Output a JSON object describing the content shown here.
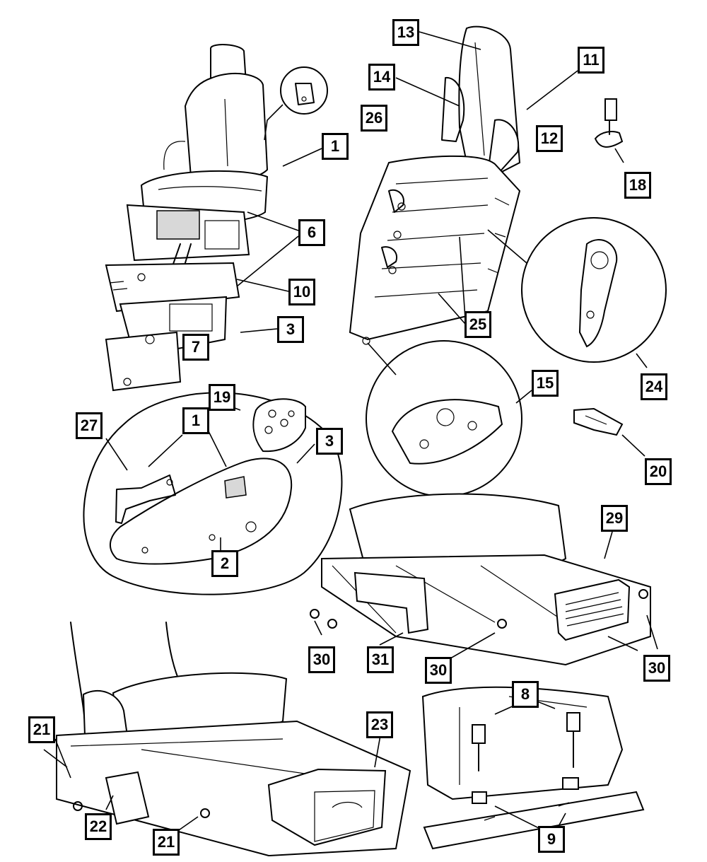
{
  "diagram": {
    "callouts": [
      "1",
      "6",
      "10",
      "3",
      "7",
      "26",
      "19",
      "1",
      "3",
      "27",
      "2",
      "13",
      "14",
      "11",
      "12",
      "18",
      "25",
      "24",
      "15",
      "20",
      "29",
      "30",
      "31",
      "30",
      "30",
      "8",
      "23",
      "21",
      "22",
      "21",
      "9"
    ]
  },
  "colors": {
    "ink": "#000000",
    "paper": "#ffffff"
  }
}
